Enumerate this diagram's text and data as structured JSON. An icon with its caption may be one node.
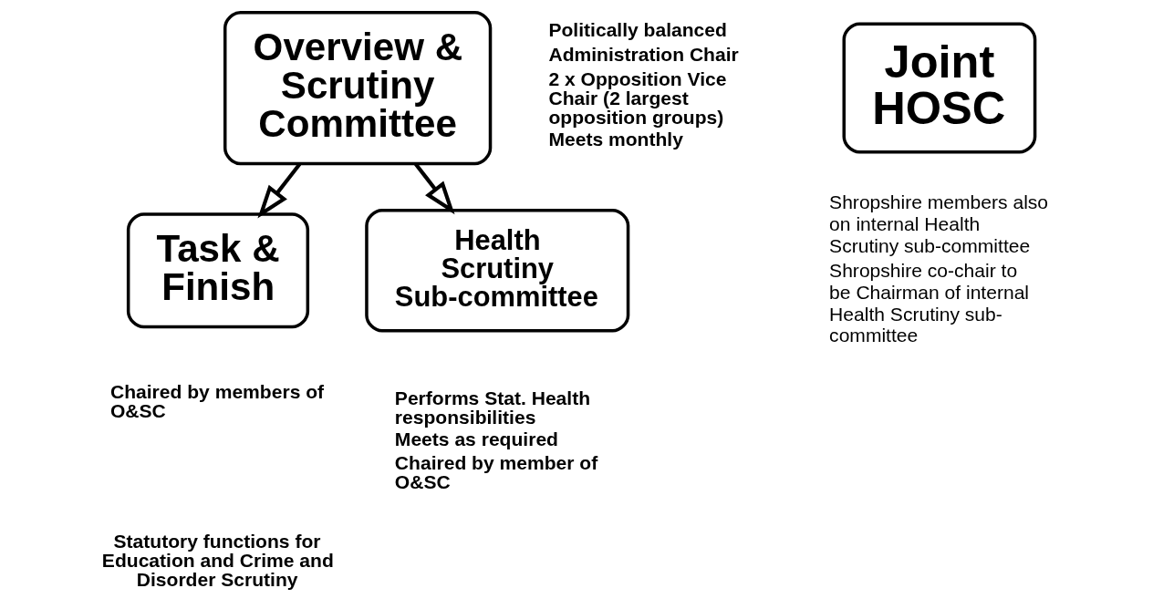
{
  "diagram": {
    "nodes": [
      {
        "text": [
          "Overview & Scrutiny Committee"
        ],
        "beside": [
          "Politically balanced",
          "Administration Chair",
          "2 x Opposition Vice Chair (2 largest opposition groups)",
          "Meets monthly"
        ]
      },
      {
        "text": [
          "Task & Finish"
        ],
        "beside": [
          "Chaired by members of O&SC"
        ]
      },
      {
        "text": [
          "Health Scrutiny Sub-committee"
        ],
        "beside": [
          "Performs Stat. Health responsibilities",
          "Meets as required",
          "Chaired by member of O&SC"
        ]
      },
      {
        "text": [
          "Joint HOSC"
        ],
        "beside": [
          "Shropshire members also on internal Health Scrutiny sub-committee",
          "Shropshire co-chair to be Chairman of internal Health Scrutiny sub- committee"
        ]
      }
    ],
    "edges": [
      {
        "from": 0,
        "to": 1,
        "arrow": "to"
      },
      {
        "from": 0,
        "to": 2,
        "arrow": "to"
      }
    ],
    "labels": [
      "Statutory functions for Education and Crime and Disorder Scrutiny"
    ]
  }
}
